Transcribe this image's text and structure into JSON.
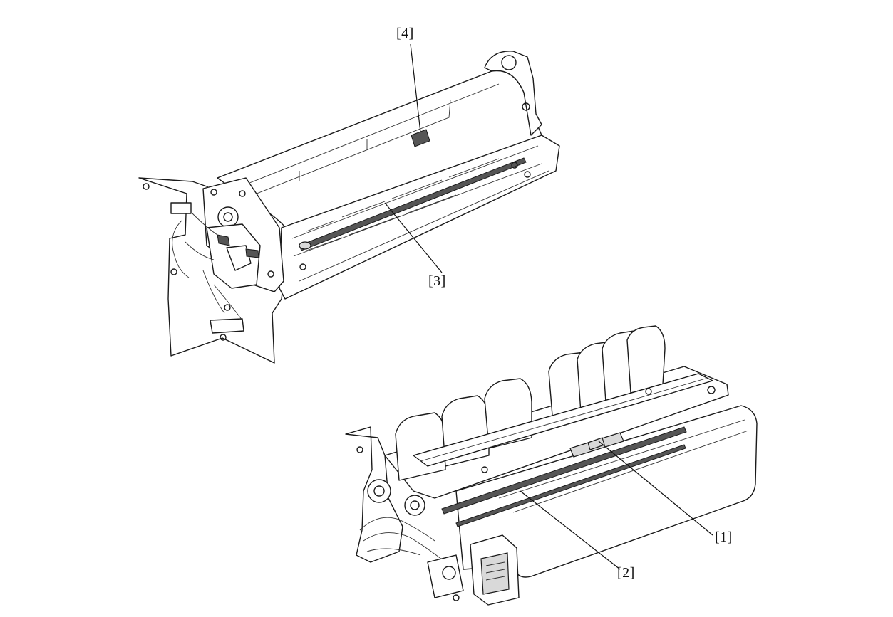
{
  "figure": {
    "callouts": [
      {
        "id": "1",
        "text": "[1]"
      },
      {
        "id": "2",
        "text": "[2]"
      },
      {
        "id": "3",
        "text": "[3]"
      },
      {
        "id": "4",
        "text": "[4]"
      }
    ]
  },
  "colors": {
    "line": "#1a1a1a",
    "shade": "#d9d9d9",
    "frame": "#333333"
  }
}
